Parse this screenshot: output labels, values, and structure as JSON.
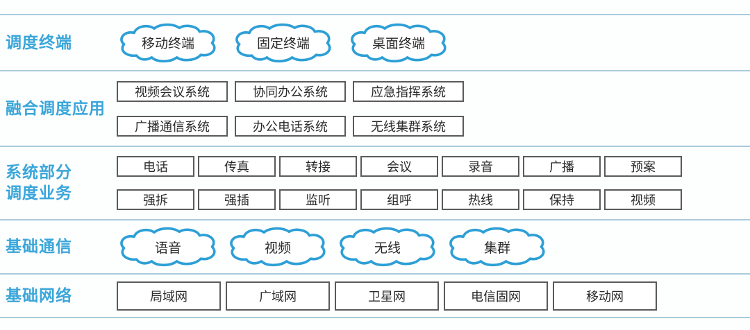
{
  "colors": {
    "label_blue": "#3aa6da",
    "cloud_stroke": "#2d9fd6",
    "divider_blue": "#a9cbdc",
    "box_border_gray": "#5a5a5a",
    "box_text": "#2a2a2a"
  },
  "rows": {
    "terminals": {
      "label": "调度终端",
      "clouds": [
        "移动终端",
        "固定终端",
        "桌面终端"
      ]
    },
    "applications": {
      "label": "融合调度应用",
      "boxes": [
        "视频会议系统",
        "协同办公系统",
        "应急指挥系统",
        "广播通信系统",
        "办公电话系统",
        "无线集群系统"
      ]
    },
    "services": {
      "label": "系统部分\n调度业务",
      "boxes": [
        "电话",
        "传真",
        "转接",
        "会议",
        "录音",
        "广播",
        "预案",
        "强拆",
        "强插",
        "监听",
        "组呼",
        "热线",
        "保持",
        "视频"
      ]
    },
    "communications": {
      "label": "基础通信",
      "clouds": [
        "语音",
        "视频",
        "无线",
        "集群"
      ]
    },
    "networks": {
      "label": "基础网络",
      "boxes": [
        "局域网",
        "广域网",
        "卫星网",
        "电信固网",
        "移动网"
      ]
    }
  }
}
